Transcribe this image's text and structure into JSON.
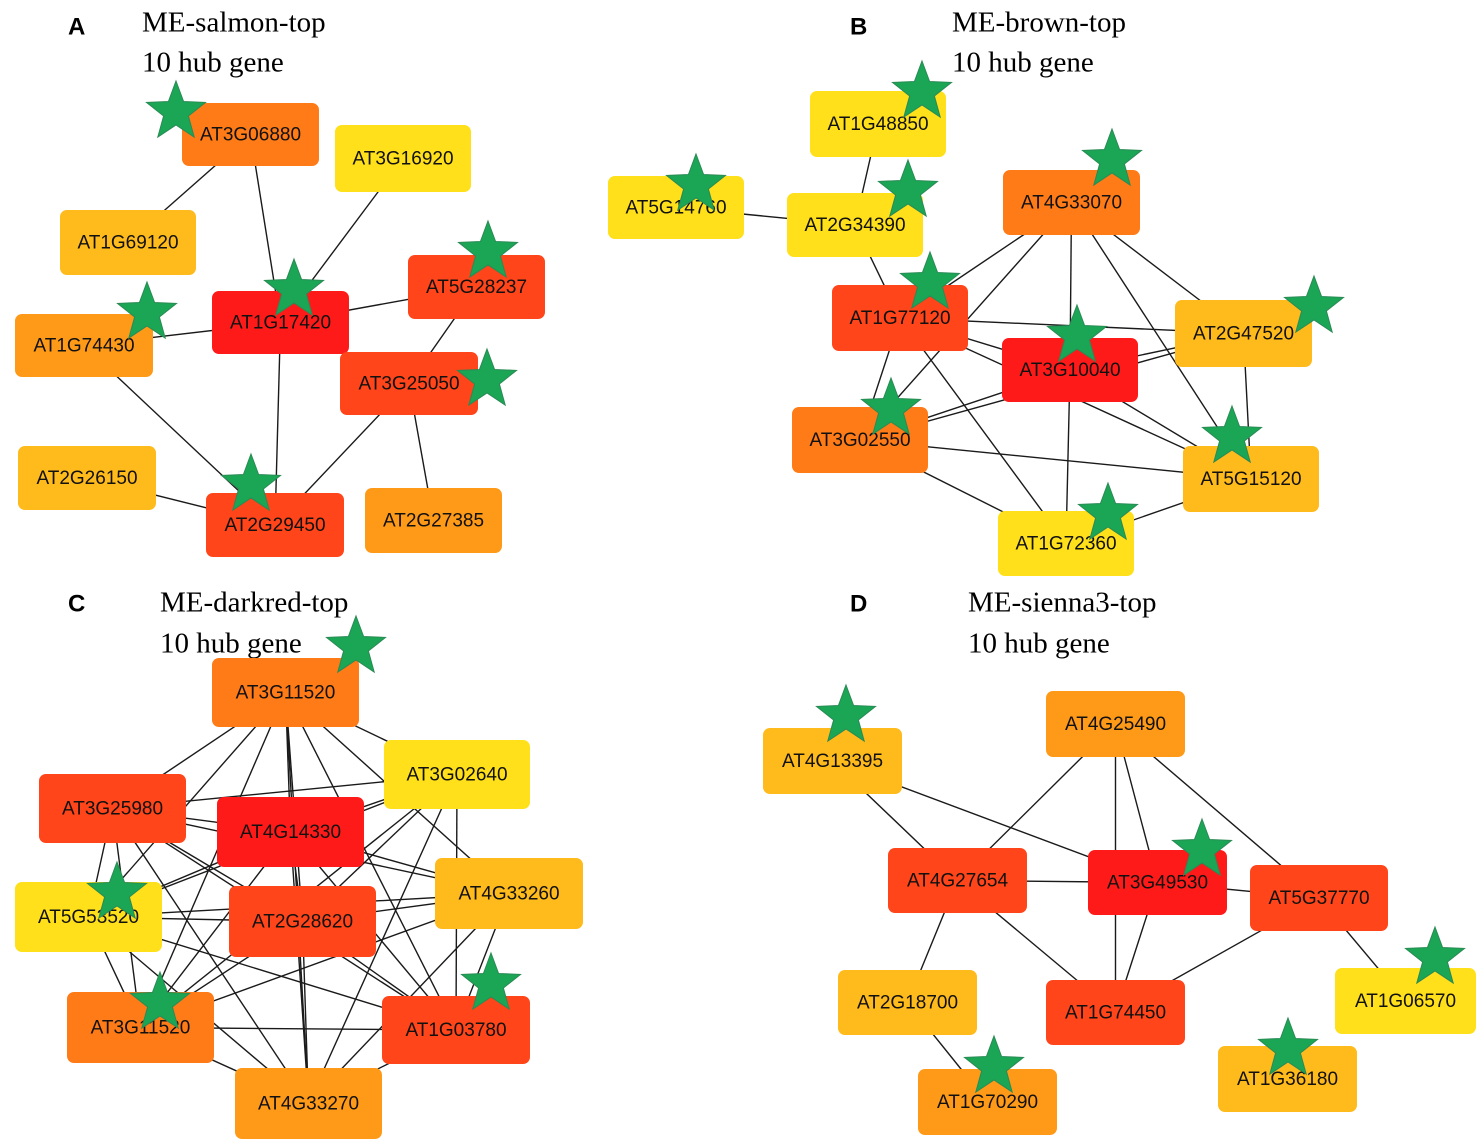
{
  "colors": {
    "red": "#ff1a1a",
    "orange_red": "#ff4519",
    "orange": "#ff7b17",
    "orange_light": "#ff9a19",
    "amber": "#ffba1c",
    "yellow": "#ffe01a",
    "star": "#1aa654",
    "edge": "#1a1a1a"
  },
  "panels": [
    {
      "letter": "A",
      "title_line1": "ME-salmon-top",
      "title_line2": "10 hub gene",
      "nodes": [
        {
          "id": "AT3G06880",
          "label": "AT3G06880",
          "color": "orange",
          "star": true
        },
        {
          "id": "AT3G16920",
          "label": "AT3G16920",
          "color": "yellow",
          "star": false
        },
        {
          "id": "AT1G69120",
          "label": "AT1G69120",
          "color": "amber",
          "star": false
        },
        {
          "id": "AT5G28237",
          "label": "AT5G28237",
          "color": "orange_red",
          "star": true
        },
        {
          "id": "AT1G17420",
          "label": "AT1G17420",
          "color": "red",
          "star": true
        },
        {
          "id": "AT1G74430",
          "label": "AT1G74430",
          "color": "orange_light",
          "star": true
        },
        {
          "id": "AT3G25050",
          "label": "AT3G25050",
          "color": "orange_red",
          "star": true
        },
        {
          "id": "AT2G26150",
          "label": "AT2G26150",
          "color": "amber",
          "star": false
        },
        {
          "id": "AT2G29450",
          "label": "AT2G29450",
          "color": "orange_red",
          "star": true
        },
        {
          "id": "AT2G27385",
          "label": "AT2G27385",
          "color": "orange_light",
          "star": false
        }
      ],
      "edges": [
        [
          "AT3G06880",
          "AT1G69120"
        ],
        [
          "AT3G06880",
          "AT1G17420"
        ],
        [
          "AT3G16920",
          "AT1G17420"
        ],
        [
          "AT1G17420",
          "AT5G28237"
        ],
        [
          "AT1G17420",
          "AT1G74430"
        ],
        [
          "AT1G17420",
          "AT3G25050"
        ],
        [
          "AT1G17420",
          "AT2G29450"
        ],
        [
          "AT5G28237",
          "AT3G25050"
        ],
        [
          "AT3G25050",
          "AT2G29450"
        ],
        [
          "AT3G25050",
          "AT2G27385"
        ],
        [
          "AT1G74430",
          "AT2G29450"
        ],
        [
          "AT2G26150",
          "AT2G29450"
        ]
      ]
    },
    {
      "letter": "B",
      "title_line1": "ME-brown-top",
      "title_line2": "10 hub gene",
      "nodes": [
        {
          "id": "AT1G48850",
          "label": "AT1G48850",
          "color": "yellow",
          "star": true
        },
        {
          "id": "AT5G14760",
          "label": "AT5G14760",
          "color": "yellow",
          "star": true
        },
        {
          "id": "AT2G34390",
          "label": "AT2G34390",
          "color": "yellow",
          "star": true
        },
        {
          "id": "AT4G33070",
          "label": "AT4G33070",
          "color": "orange",
          "star": true
        },
        {
          "id": "AT1G77120",
          "label": "AT1G77120",
          "color": "orange_red",
          "star": true
        },
        {
          "id": "AT2G47520",
          "label": "AT2G47520",
          "color": "amber",
          "star": true
        },
        {
          "id": "AT3G10040",
          "label": "AT3G10040",
          "color": "red",
          "star": true
        },
        {
          "id": "AT3G02550",
          "label": "AT3G02550",
          "color": "orange",
          "star": true
        },
        {
          "id": "AT5G15120",
          "label": "AT5G15120",
          "color": "amber",
          "star": true
        },
        {
          "id": "AT1G72360",
          "label": "AT1G72360",
          "color": "yellow",
          "star": true
        }
      ],
      "edges": [
        [
          "AT1G48850",
          "AT2G34390"
        ],
        [
          "AT5G14760",
          "AT2G34390"
        ],
        [
          "AT2G34390",
          "AT1G77120"
        ],
        [
          "AT4G33070",
          "AT1G77120"
        ],
        [
          "AT4G33070",
          "AT3G10040"
        ],
        [
          "AT4G33070",
          "AT2G47520"
        ],
        [
          "AT4G33070",
          "AT5G15120"
        ],
        [
          "AT4G33070",
          "AT3G02550"
        ],
        [
          "AT1G77120",
          "AT3G10040"
        ],
        [
          "AT1G77120",
          "AT2G47520"
        ],
        [
          "AT1G77120",
          "AT3G02550"
        ],
        [
          "AT1G77120",
          "AT5G15120"
        ],
        [
          "AT1G77120",
          "AT1G72360"
        ],
        [
          "AT3G10040",
          "AT2G47520"
        ],
        [
          "AT3G10040",
          "AT3G02550"
        ],
        [
          "AT3G10040",
          "AT5G15120"
        ],
        [
          "AT3G10040",
          "AT1G72360"
        ],
        [
          "AT2G47520",
          "AT5G15120"
        ],
        [
          "AT2G47520",
          "AT3G02550"
        ],
        [
          "AT3G02550",
          "AT5G15120"
        ],
        [
          "AT3G02550",
          "AT1G72360"
        ],
        [
          "AT5G15120",
          "AT1G72360"
        ]
      ]
    },
    {
      "letter": "C",
      "title_line1": "ME-darkred-top",
      "title_line2": "10 hub gene",
      "nodes": [
        {
          "id": "AT3G11520_top",
          "label": "AT3G11520",
          "color": "orange",
          "star": true
        },
        {
          "id": "AT3G02640",
          "label": "AT3G02640",
          "color": "yellow",
          "star": false
        },
        {
          "id": "AT3G25980",
          "label": "AT3G25980",
          "color": "orange_red",
          "star": false
        },
        {
          "id": "AT4G14330",
          "label": "AT4G14330",
          "color": "red",
          "star": false
        },
        {
          "id": "AT4G33260",
          "label": "AT4G33260",
          "color": "amber",
          "star": false
        },
        {
          "id": "AT5G53520",
          "label": "AT5G53520",
          "color": "yellow",
          "star": true
        },
        {
          "id": "AT2G28620",
          "label": "AT2G28620",
          "color": "orange_red",
          "star": false
        },
        {
          "id": "AT1G03780",
          "label": "AT1G03780",
          "color": "orange_red",
          "star": true
        },
        {
          "id": "AT3G11520_bottom",
          "label": "AT3G11520",
          "color": "orange",
          "star": true
        },
        {
          "id": "AT4G33270",
          "label": "AT4G33270",
          "color": "orange_light",
          "star": false
        }
      ],
      "edges": [
        [
          "AT3G11520_top",
          "AT3G25980"
        ],
        [
          "AT3G11520_top",
          "AT4G14330"
        ],
        [
          "AT3G11520_top",
          "AT3G02640"
        ],
        [
          "AT3G11520_top",
          "AT5G53520"
        ],
        [
          "AT3G11520_top",
          "AT2G28620"
        ],
        [
          "AT3G11520_top",
          "AT4G33260"
        ],
        [
          "AT3G11520_top",
          "AT1G03780"
        ],
        [
          "AT3G11520_top",
          "AT3G11520_bottom"
        ],
        [
          "AT3G11520_top",
          "AT4G33270"
        ],
        [
          "AT3G02640",
          "AT3G25980"
        ],
        [
          "AT3G02640",
          "AT4G14330"
        ],
        [
          "AT3G02640",
          "AT2G28620"
        ],
        [
          "AT3G02640",
          "AT5G53520"
        ],
        [
          "AT3G02640",
          "AT1G03780"
        ],
        [
          "AT3G02640",
          "AT3G11520_bottom"
        ],
        [
          "AT3G02640",
          "AT4G33270"
        ],
        [
          "AT3G25980",
          "AT4G14330"
        ],
        [
          "AT3G25980",
          "AT5G53520"
        ],
        [
          "AT3G25980",
          "AT2G28620"
        ],
        [
          "AT3G25980",
          "AT4G33260"
        ],
        [
          "AT3G25980",
          "AT1G03780"
        ],
        [
          "AT3G25980",
          "AT3G11520_bottom"
        ],
        [
          "AT3G25980",
          "AT4G33270"
        ],
        [
          "AT4G14330",
          "AT4G33260"
        ],
        [
          "AT4G14330",
          "AT5G53520"
        ],
        [
          "AT4G14330",
          "AT2G28620"
        ],
        [
          "AT4G14330",
          "AT1G03780"
        ],
        [
          "AT4G14330",
          "AT3G11520_bottom"
        ],
        [
          "AT4G14330",
          "AT4G33270"
        ],
        [
          "AT4G33260",
          "AT5G53520"
        ],
        [
          "AT4G33260",
          "AT2G28620"
        ],
        [
          "AT4G33260",
          "AT1G03780"
        ],
        [
          "AT4G33260",
          "AT3G11520_bottom"
        ],
        [
          "AT4G33260",
          "AT4G33270"
        ],
        [
          "AT5G53520",
          "AT2G28620"
        ],
        [
          "AT5G53520",
          "AT1G03780"
        ],
        [
          "AT5G53520",
          "AT3G11520_bottom"
        ],
        [
          "AT5G53520",
          "AT4G33270"
        ],
        [
          "AT2G28620",
          "AT1G03780"
        ],
        [
          "AT2G28620",
          "AT3G11520_bottom"
        ],
        [
          "AT2G28620",
          "AT4G33270"
        ],
        [
          "AT1G03780",
          "AT3G11520_bottom"
        ],
        [
          "AT1G03780",
          "AT4G33270"
        ],
        [
          "AT3G11520_bottom",
          "AT4G33270"
        ]
      ]
    },
    {
      "letter": "D",
      "title_line1": "ME-sienna3-top",
      "title_line2": "10 hub gene",
      "nodes": [
        {
          "id": "AT4G25490",
          "label": "AT4G25490",
          "color": "orange_light",
          "star": false
        },
        {
          "id": "AT4G13395",
          "label": "AT4G13395",
          "color": "amber",
          "star": true
        },
        {
          "id": "AT4G27654",
          "label": "AT4G27654",
          "color": "orange_red",
          "star": false
        },
        {
          "id": "AT3G49530",
          "label": "AT3G49530",
          "color": "red",
          "star": true
        },
        {
          "id": "AT5G37770",
          "label": "AT5G37770",
          "color": "orange_red",
          "star": false
        },
        {
          "id": "AT1G06570",
          "label": "AT1G06570",
          "color": "yellow",
          "star": true
        },
        {
          "id": "AT2G18700",
          "label": "AT2G18700",
          "color": "amber",
          "star": false
        },
        {
          "id": "AT1G74450",
          "label": "AT1G74450",
          "color": "orange_red",
          "star": false
        },
        {
          "id": "AT1G36180",
          "label": "AT1G36180",
          "color": "amber",
          "star": true
        },
        {
          "id": "AT1G70290",
          "label": "AT1G70290",
          "color": "orange_light",
          "star": true
        }
      ],
      "edges": [
        [
          "AT4G25490",
          "AT4G27654"
        ],
        [
          "AT4G25490",
          "AT3G49530"
        ],
        [
          "AT4G25490",
          "AT5G37770"
        ],
        [
          "AT4G25490",
          "AT1G74450"
        ],
        [
          "AT4G13395",
          "AT4G27654"
        ],
        [
          "AT4G13395",
          "AT3G49530"
        ],
        [
          "AT4G27654",
          "AT3G49530"
        ],
        [
          "AT4G27654",
          "AT1G74450"
        ],
        [
          "AT4G27654",
          "AT2G18700"
        ],
        [
          "AT3G49530",
          "AT5G37770"
        ],
        [
          "AT3G49530",
          "AT1G74450"
        ],
        [
          "AT5G37770",
          "AT1G74450"
        ],
        [
          "AT5G37770",
          "AT1G06570"
        ],
        [
          "AT2G18700",
          "AT1G70290"
        ]
      ]
    }
  ]
}
